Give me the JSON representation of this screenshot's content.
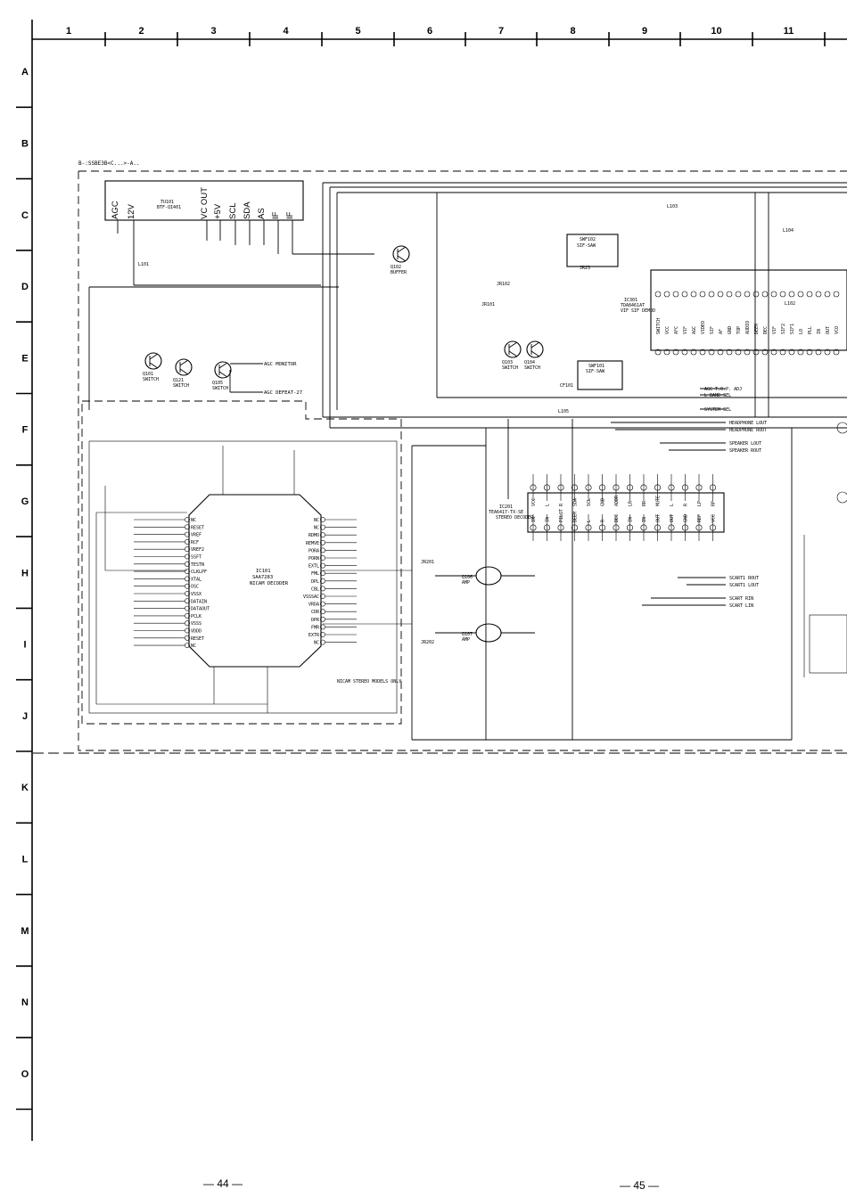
{
  "grid": {
    "columns": [
      "1",
      "2",
      "3",
      "4",
      "5",
      "6",
      "7",
      "8",
      "9",
      "10",
      "11"
    ],
    "rows": [
      "A",
      "B",
      "C",
      "D",
      "E",
      "F",
      "G",
      "H",
      "I",
      "J",
      "K",
      "L",
      "M",
      "N",
      "O"
    ]
  },
  "board_ref": "B-:SSBE3B<C...>-A..",
  "tuner": {
    "ref": "TU101",
    "part": "BTF-QI401",
    "pins": [
      "AGC",
      "12V",
      "",
      "",
      "",
      "VC OUT",
      "+5V",
      "SCL",
      "SDA",
      "AS",
      "IF",
      "IF"
    ]
  },
  "ics": [
    {
      "ref": "IC101",
      "part": "SAA7283",
      "function": "NICAM DECODER"
    },
    {
      "ref": "IC201",
      "part": "TEA6417-TX-SE",
      "function": "STEREO DECODER"
    },
    {
      "ref": "IC301",
      "part": "TDA8461AT",
      "function": "VIF SIF DEMOD"
    }
  ],
  "filters": [
    {
      "ref": "SWF102",
      "function": "SIF-SAW"
    },
    {
      "ref": "SWF101",
      "function": "SIF-SAW"
    }
  ],
  "transistors": [
    {
      "ref": "Q101",
      "function": "SWITCH"
    },
    {
      "ref": "Q121",
      "function": "SWITCH"
    },
    {
      "ref": "Q102",
      "function": "BUFFER"
    },
    {
      "ref": "Q103",
      "function": "SWITCH"
    },
    {
      "ref": "Q104",
      "function": "SWITCH"
    },
    {
      "ref": "Q105",
      "function": "SWITCH"
    },
    {
      "ref": "Q106",
      "function": "AMP"
    },
    {
      "ref": "Q107",
      "function": "AMP"
    }
  ],
  "tuner_signals": [
    "AGC MONITOR",
    "AGC DEFEAT-27"
  ],
  "outputs": [
    "HEADPHONE LOUT",
    "HEADPHONE ROUT",
    "SPEAKER LOUT",
    "SPEAKER ROUT"
  ],
  "controls": [
    "AGC T.O.P. ADJ",
    "L BAND SEL",
    "SYSTEM SEL"
  ],
  "scart": [
    "SCART1 ROUT",
    "SCART1 LOUT",
    "SCART RIN",
    "SCART LIN"
  ],
  "nicam_note": "NICAM STEREO MODELS ONLY",
  "nicam_pins_left": [
    "NC",
    "RESET",
    "VREF",
    "RCF",
    "VREF2",
    "SSFT",
    "TESTN",
    "CLKLPF",
    "XTAL",
    "OSC",
    "VSSX",
    "DATAIN",
    "DATAOUT",
    "PCLK",
    "VSSS",
    "VDDD",
    "RESET",
    "NC"
  ],
  "nicam_pins_right": [
    "NC",
    "NC",
    "RDMO",
    "REMVE",
    "PORA",
    "PORN",
    "EXTL",
    "FML",
    "DPL",
    "CBL",
    "VSSSAC",
    "VRDA",
    "CDR",
    "DPR",
    "FMR",
    "EXTR",
    "NC"
  ],
  "ic301_pins": [
    "SWITCH",
    "VCC",
    "AFC",
    "VIF",
    "AGC",
    "VIDEO",
    "SIF",
    "AF",
    "GND",
    "TOP",
    "AUDIO",
    "DEEM",
    "DEC",
    "VIF",
    "SIF2",
    "SIF1",
    "LO",
    "PLL",
    "IN",
    "OUT",
    "VCO",
    "VCO"
  ],
  "ic201_pins_top": [
    "VCC",
    "L",
    "R",
    "SDA",
    "SCL",
    "GND",
    "ADDR",
    "LR",
    "RR",
    "MUTE",
    "L",
    "R",
    "LP",
    "RP"
  ],
  "ic201_pins_bottom": [
    "IN",
    "IN",
    "PILOT",
    "DEEM",
    "L",
    "R",
    "DEC",
    "IN",
    "IN",
    "OUT",
    "OUT",
    "GND",
    "REF",
    "VCC"
  ],
  "connectors": [
    "JR101",
    "JR102",
    "JR201",
    "JR202",
    "JR23",
    "CF101",
    "L101",
    "L102",
    "L103",
    "L104",
    "L105"
  ],
  "page_numbers": [
    "— 44 —",
    "— 45 —"
  ]
}
